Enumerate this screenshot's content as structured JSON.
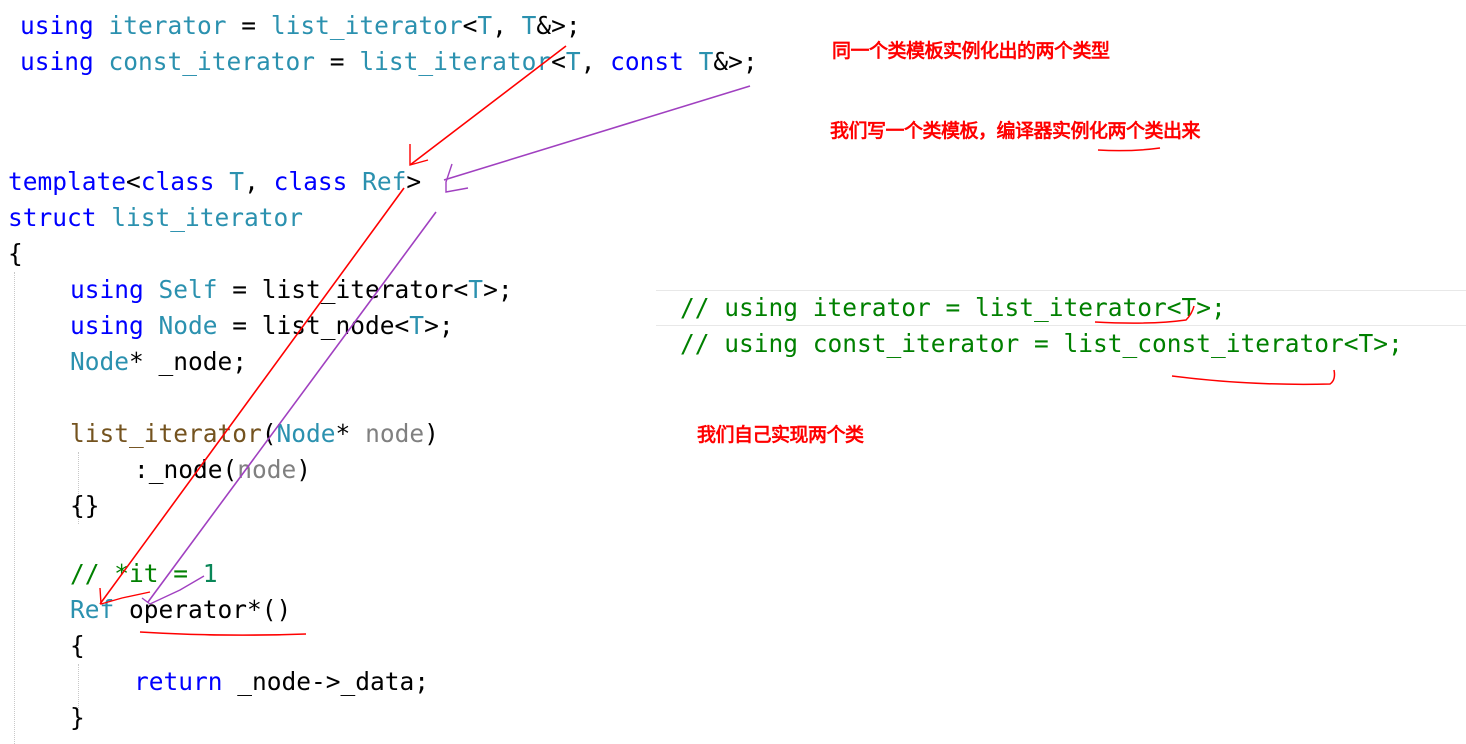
{
  "code_top": {
    "line1": {
      "kw": "using",
      "name": "iterator",
      "eq": " = ",
      "tmpl": "list_iterator",
      "open": "<",
      "t1": "T",
      "sep": ", ",
      "t2": "T",
      "tail": "&>;"
    },
    "line2": {
      "kw": "using",
      "name": "const_iterator",
      "eq": " = ",
      "tmpl": "list_iterator",
      "open": "<",
      "t1": "T",
      "sep": ", ",
      "ckw": "const",
      "sp": " ",
      "t2": "T",
      "tail": "&>;"
    }
  },
  "code_main": {
    "template_line": {
      "kw1": "template",
      "lt": "<",
      "kw2": "class",
      "t": " T",
      "comma": ", ",
      "kw3": "class",
      "ref": " Ref",
      "gt": ">"
    },
    "struct_line": {
      "kw": "struct",
      "name": " list_iterator"
    },
    "open_brace": "{",
    "self_line": {
      "kw": "using",
      "name": " Self",
      "rest": " = list_iterator<",
      "t": "T",
      "end": ">;"
    },
    "node_alias_line": {
      "kw": "using",
      "name": " Node",
      "rest": " = list_node<",
      "t": "T",
      "end": ">;"
    },
    "node_member_line": {
      "type": "Node",
      "rest": "* _node;"
    },
    "ctor_line": {
      "fn": "list_iterator",
      "p1": "(",
      "type": "Node",
      "star": "* ",
      "param": "node",
      "p2": ")"
    },
    "init_line": {
      "pre": ":_node(",
      "param": "node",
      "post": ")"
    },
    "empty_body": "{}",
    "comment_line": {
      "text": "// *it = ",
      "num": "1"
    },
    "op_line": {
      "type": "Ref",
      "rest": " operator*()"
    },
    "op_open": "{",
    "return_line": {
      "kw": "return",
      "rest": " _node->_data;"
    },
    "op_close": "}"
  },
  "code_right": {
    "line1": "// using iterator = list_iterator<T>;",
    "line2": "// using const_iterator = list_const_iterator<T>;"
  },
  "annotations": {
    "note1": "同一个类模板实例化出的两个类型",
    "note2": "我们写一个类模板，编译器实例化两个类出来",
    "note3": "我们自己实现两个类"
  },
  "colors": {
    "keyword": "#0000ff",
    "type": "#2b91af",
    "function": "#74531f",
    "comment": "#008000",
    "red_annotation": "#ff0000",
    "purple_annotation": "#a040c0"
  }
}
